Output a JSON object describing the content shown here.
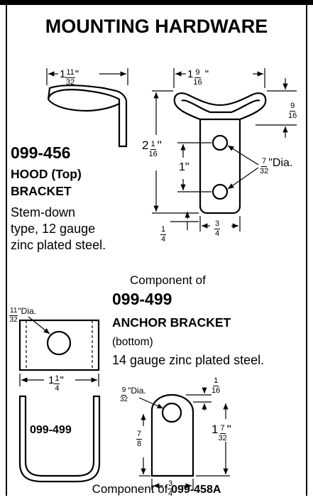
{
  "title": "MOUNTING HARDWARE",
  "hood": {
    "part_number": "099-456",
    "name_line1": "HOOD (Top)",
    "name_line2": "BRACKET",
    "desc_line1": "Stem-down",
    "desc_line2": "type, 12 gauge",
    "desc_line3": "zinc plated steel.",
    "dim_width_whole": "1",
    "dim_width_num": "11",
    "dim_width_den": "32",
    "dim_top_whole": "1",
    "dim_top_num": "9",
    "dim_top_den": "16",
    "dim_ear_num": "9",
    "dim_ear_den": "16",
    "dim_height_whole": "2",
    "dim_height_num": "1",
    "dim_height_den": "16",
    "dim_hole_spacing": "1\"",
    "dim_hole_num": "7",
    "dim_hole_den": "32",
    "dim_hole_suffix": "\"Dia.",
    "dim_bottom_num": "1",
    "dim_bottom_den": "4",
    "dim_stem_num": "3",
    "dim_stem_den": "4"
  },
  "anchor": {
    "component_of_label": "Component of",
    "part_number": "099-499",
    "name": "ANCHOR BRACKET",
    "sub": "(bottom)",
    "desc": "14 gauge zinc plated steel.",
    "dim_hole_num": "11",
    "dim_hole_den": "32",
    "dim_hole_suffix": "Dia.",
    "dim_width_whole": "1",
    "dim_width_num": "1",
    "dim_width_den": "4",
    "u_label": "099-499"
  },
  "tab": {
    "dim_hole_num": "9",
    "dim_hole_den": "32",
    "dim_hole_suffix": "\"Dia.",
    "dim_top_num": "1",
    "dim_top_den": "16",
    "dim_height_whole": "1",
    "dim_height_num": "7",
    "dim_height_den": "32",
    "dim_hole_pos_num": "7",
    "dim_hole_pos_den": "8",
    "dim_width_num": "3",
    "dim_width_den": "4",
    "component_prefix": "Component of",
    "component_part": "099-458A"
  }
}
